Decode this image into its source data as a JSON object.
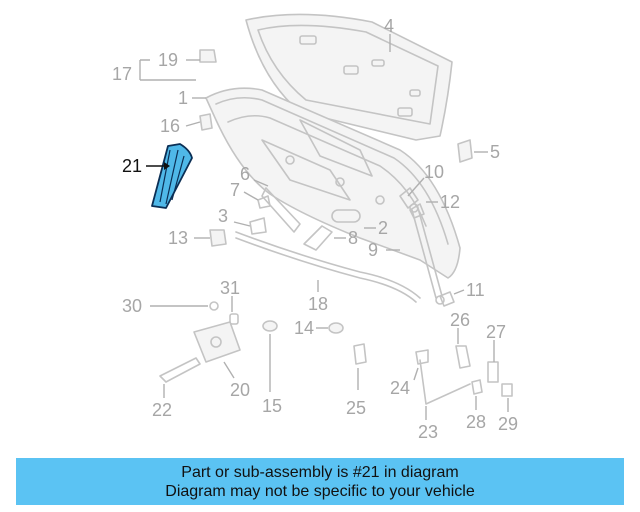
{
  "callouts": {
    "c1": "1",
    "c2": "2",
    "c3": "3",
    "c4": "4",
    "c5": "5",
    "c6": "6",
    "c7": "7",
    "c8": "8",
    "c9": "9",
    "c10": "10",
    "c11": "11",
    "c12": "12",
    "c13": "13",
    "c14": "14",
    "c15": "15",
    "c16": "16",
    "c17": "17",
    "c18": "18",
    "c19": "19",
    "c20": "20",
    "c21": "21",
    "c22": "22",
    "c23": "23",
    "c24": "24",
    "c25": "25",
    "c26": "26",
    "c27": "27",
    "c28": "28",
    "c29": "29",
    "c30": "30",
    "c31": "31"
  },
  "highlighted_part": "21",
  "colors": {
    "highlight_fill": "#4fb8e8",
    "banner_background": "#5bc3f3",
    "part_outline": "#c4c4c4",
    "callout_text": "#a6a6a6"
  },
  "banner": {
    "line1": "Part or sub-assembly is #21 in diagram",
    "line2": "Diagram may not be specific to your vehicle"
  }
}
